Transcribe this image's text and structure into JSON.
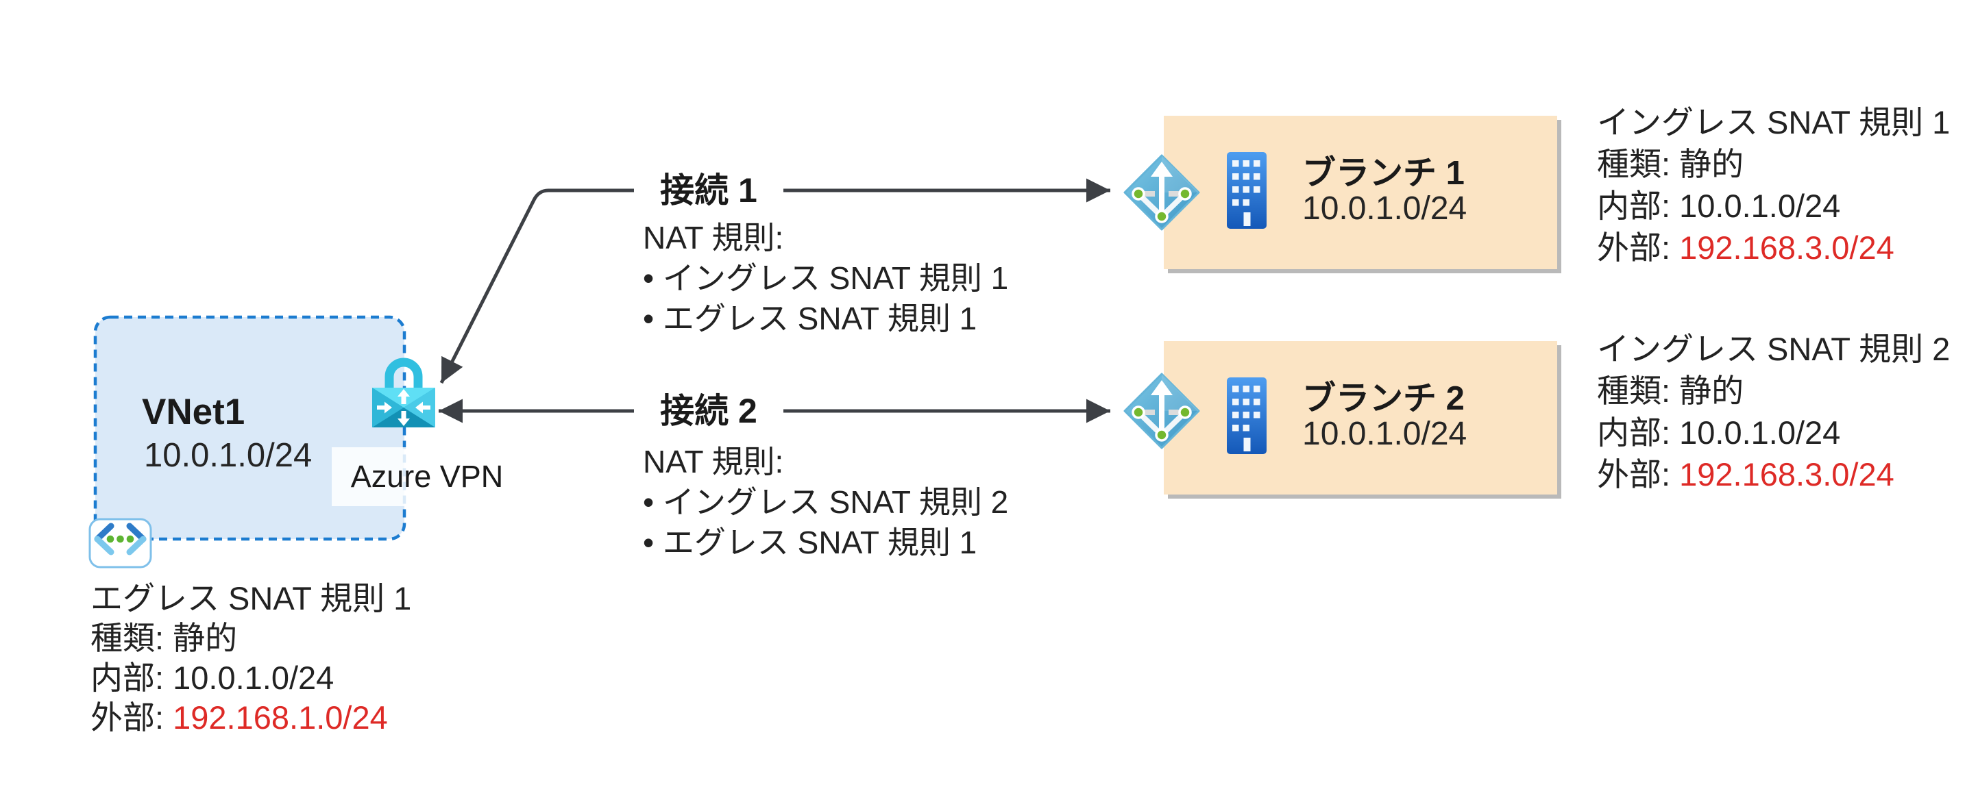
{
  "colors": {
    "red_external": "#DE2A26",
    "vnet_fill": "#DAE9F8",
    "vnet_border": "#1C7CD0",
    "branch_fill": "#FBE4C4",
    "arrow": "#3D4045",
    "gateway_cyan": "#30BFE0",
    "diamond_blue": "#5FB2DA",
    "dot_green": "#74B82F",
    "building_blue": "#2F7FD6"
  },
  "vnet": {
    "name": "VNet1",
    "cidr": "10.0.1.0/24",
    "gateway_label": "Azure VPN"
  },
  "egress_rule": {
    "title": "エグレス SNAT 規則 1",
    "type": "種類: 静的",
    "internal": "内部: 10.0.1.0/24",
    "external_label": "外部: ",
    "external_value": "192.168.1.0/24"
  },
  "connections": [
    {
      "label": "接続 1",
      "nat_header": "NAT 規則:",
      "rule1": "• イングレス SNAT 規則 1",
      "rule2": "• エグレス SNAT 規則 1"
    },
    {
      "label": "接続 2",
      "nat_header": "NAT 規則:",
      "rule1": "• イングレス SNAT 規則 2",
      "rule2": "• エグレス SNAT 規則 1"
    }
  ],
  "branches": [
    {
      "name": "ブランチ 1",
      "cidr": "10.0.1.0/24",
      "ingress_rule": {
        "title": "イングレス SNAT 規則 1",
        "type": "種類: 静的",
        "internal": "内部: 10.0.1.0/24",
        "external_label": "外部: ",
        "external_value": "192.168.3.0/24"
      }
    },
    {
      "name": "ブランチ 2",
      "cidr": "10.0.1.0/24",
      "ingress_rule": {
        "title": "イングレス SNAT 規則 2",
        "type": "種類: 静的",
        "internal": "内部: 10.0.1.0/24",
        "external_label": "外部: ",
        "external_value": "192.168.3.0/24"
      }
    }
  ]
}
